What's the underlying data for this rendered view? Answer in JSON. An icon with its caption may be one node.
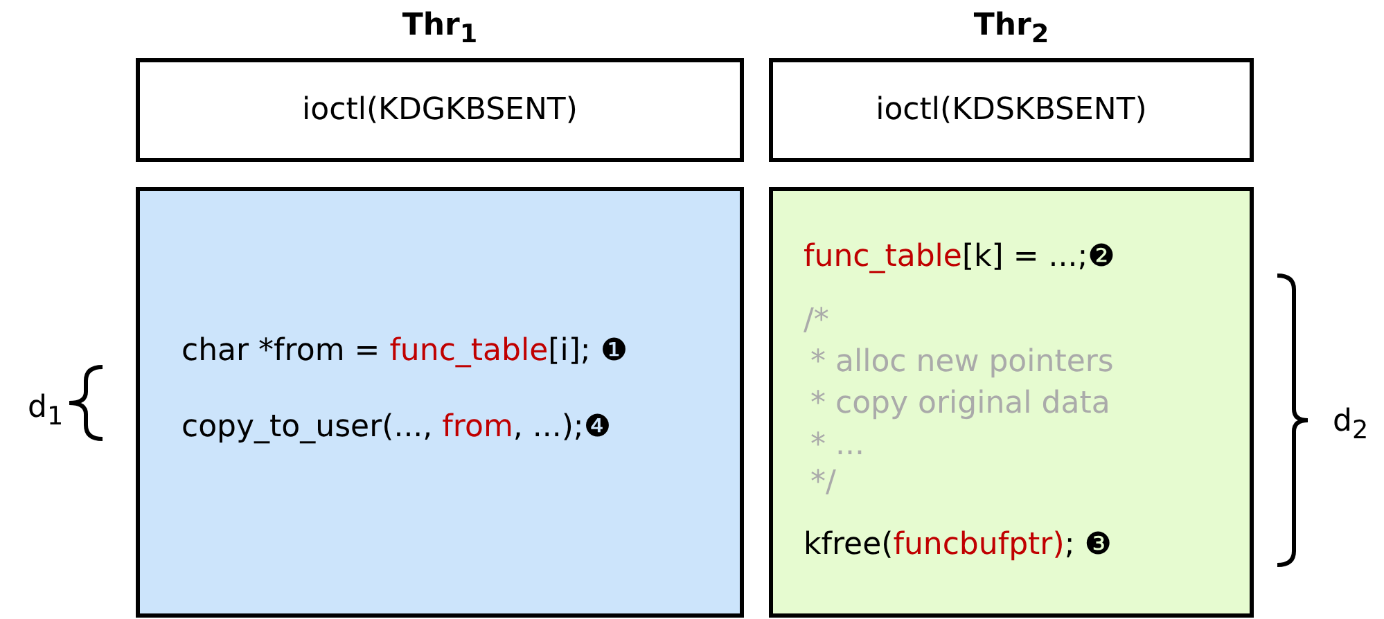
{
  "diagram": {
    "nodes": [
      {
        "text": [
          "Thr$_{1}$",
          "ioctl(KDGKBSENT)"
        ]
      },
      {
        "text": [
          "Thr$_{2}$",
          "ioctl(KDSKBSENT)"
        ]
      },
      {
        "text": [
          "char *from = func_table[i]; ❶",
          "copy_to_user(..., from, ...);❹"
        ]
      },
      {
        "text": [
          "func_table[k] = ...;❷",
          "/*",
          "* alloc new pointers",
          "* copy original data",
          "* ...",
          "*/",
          "kfree(funcbufptr); ❸"
        ]
      }
    ],
    "edges": [],
    "labels": [
      "d$_{1}$",
      "d$_{2}$"
    ]
  }
}
